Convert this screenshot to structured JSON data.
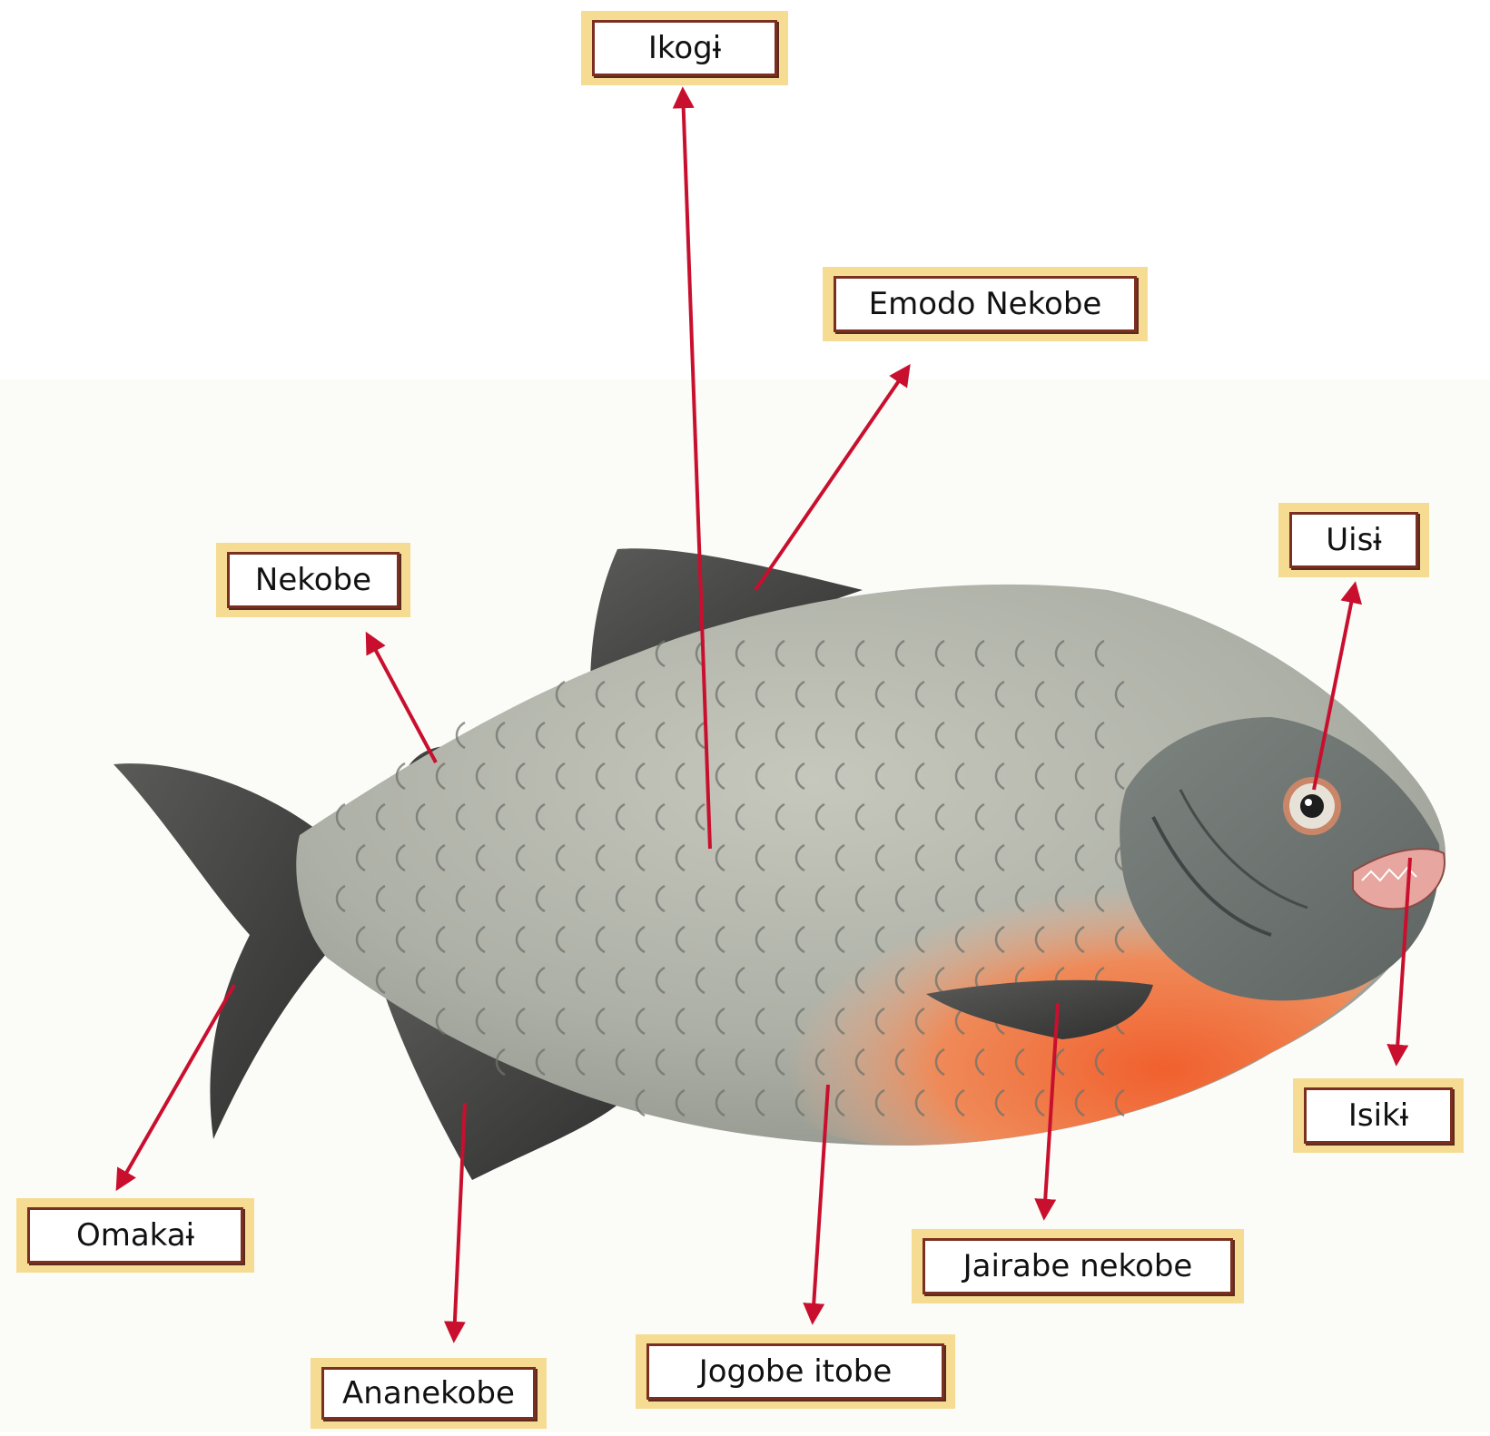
{
  "colors": {
    "arrow": "#c8102e",
    "label_tape": "#f6dc93",
    "label_border": "#7a2f20",
    "fish_body": "#a9aca3",
    "fish_belly": "#e8784a",
    "fin": "#4a4a4a"
  },
  "labels": {
    "ikogi": "Ikogɨ",
    "emodo_nekobe": "Emodo Nekobe",
    "uisi": "Uisɨ",
    "nekobe": "Nekobe",
    "isiki": "Isikɨ",
    "omakai": "Omakaɨ",
    "jairabe_nekobe": "Jairabe nekobe",
    "ananekobe": "Ananekobe",
    "jogobe_itobe": "Jogobe itobe"
  }
}
